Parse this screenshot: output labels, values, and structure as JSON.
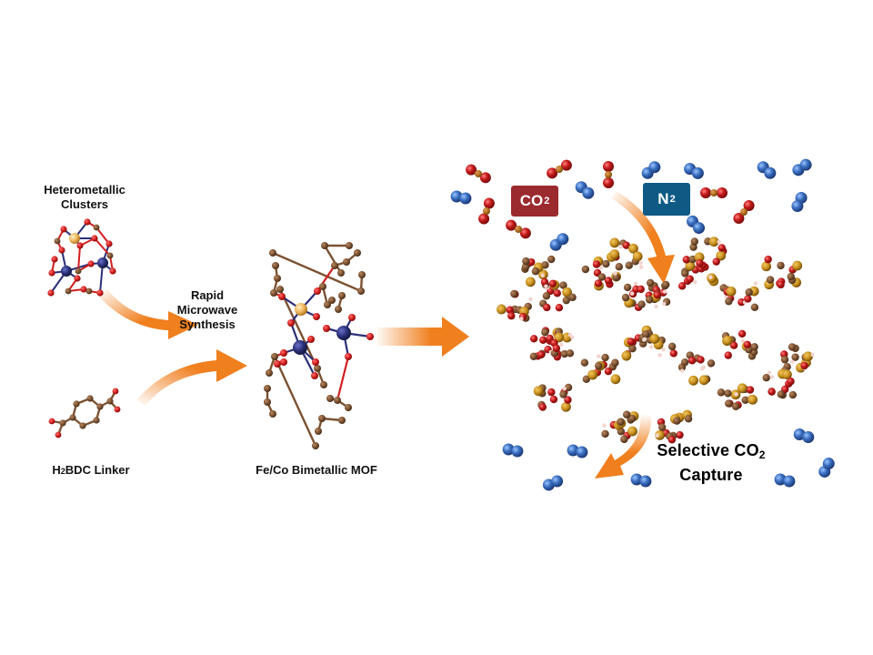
{
  "labels": {
    "clusters_line1": "Heterometallic",
    "clusters_line2": "Clusters",
    "synthesis_line1": "Rapid",
    "synthesis_line2": "Microwave",
    "synthesis_line3": "Synthesis",
    "linker_prefix": "H",
    "linker_sub": "2",
    "linker_suffix": "BDC Linker",
    "mof": "Fe/Co Bimetallic MOF",
    "capture_line1_prefix": "Selective CO",
    "capture_line1_sub": "2",
    "capture_line2": "Capture"
  },
  "gas_tags": {
    "co2": {
      "text": "CO",
      "sub": "2",
      "color": "#9b2a2e"
    },
    "n2": {
      "text": "N",
      "sub": "2",
      "color": "#0e5a85"
    }
  },
  "colors": {
    "arrow": "#f07f1e",
    "oxygen": "#d21e1e",
    "carbon": "#7b5232",
    "metal_co": "#2a2f78",
    "metal_fe": "#f0b45a",
    "nitrogen": "#3a6fc0",
    "framework_metal": "#c9901e",
    "hydrogen": "#f2d4cf"
  }
}
